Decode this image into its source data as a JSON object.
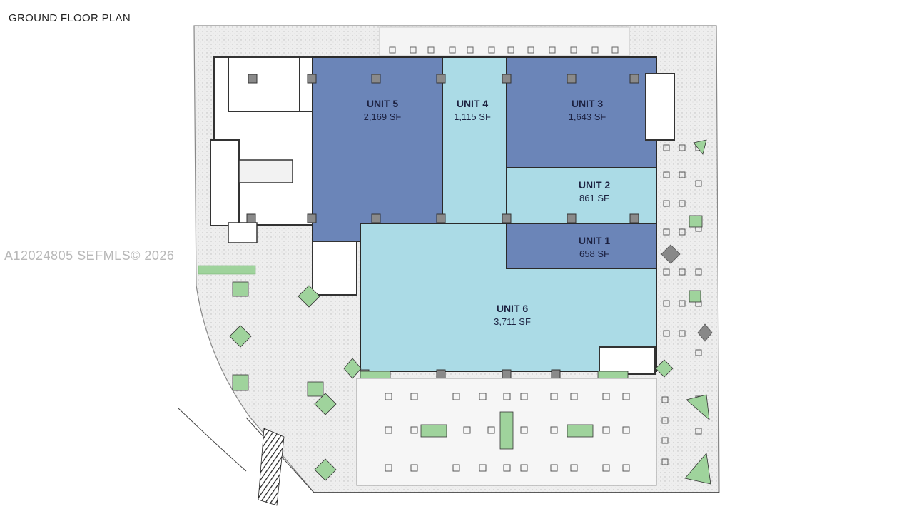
{
  "title": "GROUND FLOOR PLAN",
  "watermark": "A12024805  SEFMLS© 2026",
  "colors": {
    "dark_unit": "#6b85b8",
    "light_unit": "#abdbe6",
    "plaza": "#efefef",
    "planter": "#9fd39c",
    "wall": "#2a2a2a"
  },
  "units": [
    {
      "id": "unit5",
      "name": "UNIT 5",
      "area": "2,169 SF",
      "shade": "dark"
    },
    {
      "id": "unit4",
      "name": "UNIT 4",
      "area": "1,115 SF",
      "shade": "light"
    },
    {
      "id": "unit3",
      "name": "UNIT 3",
      "area": "1,643 SF",
      "shade": "dark"
    },
    {
      "id": "unit2",
      "name": "UNIT 2",
      "area": "861 SF",
      "shade": "light"
    },
    {
      "id": "unit1",
      "name": "UNIT 1",
      "area": "658 SF",
      "shade": "dark"
    },
    {
      "id": "unit6",
      "name": "UNIT 6",
      "area": "3,711 SF",
      "shade": "light"
    }
  ]
}
